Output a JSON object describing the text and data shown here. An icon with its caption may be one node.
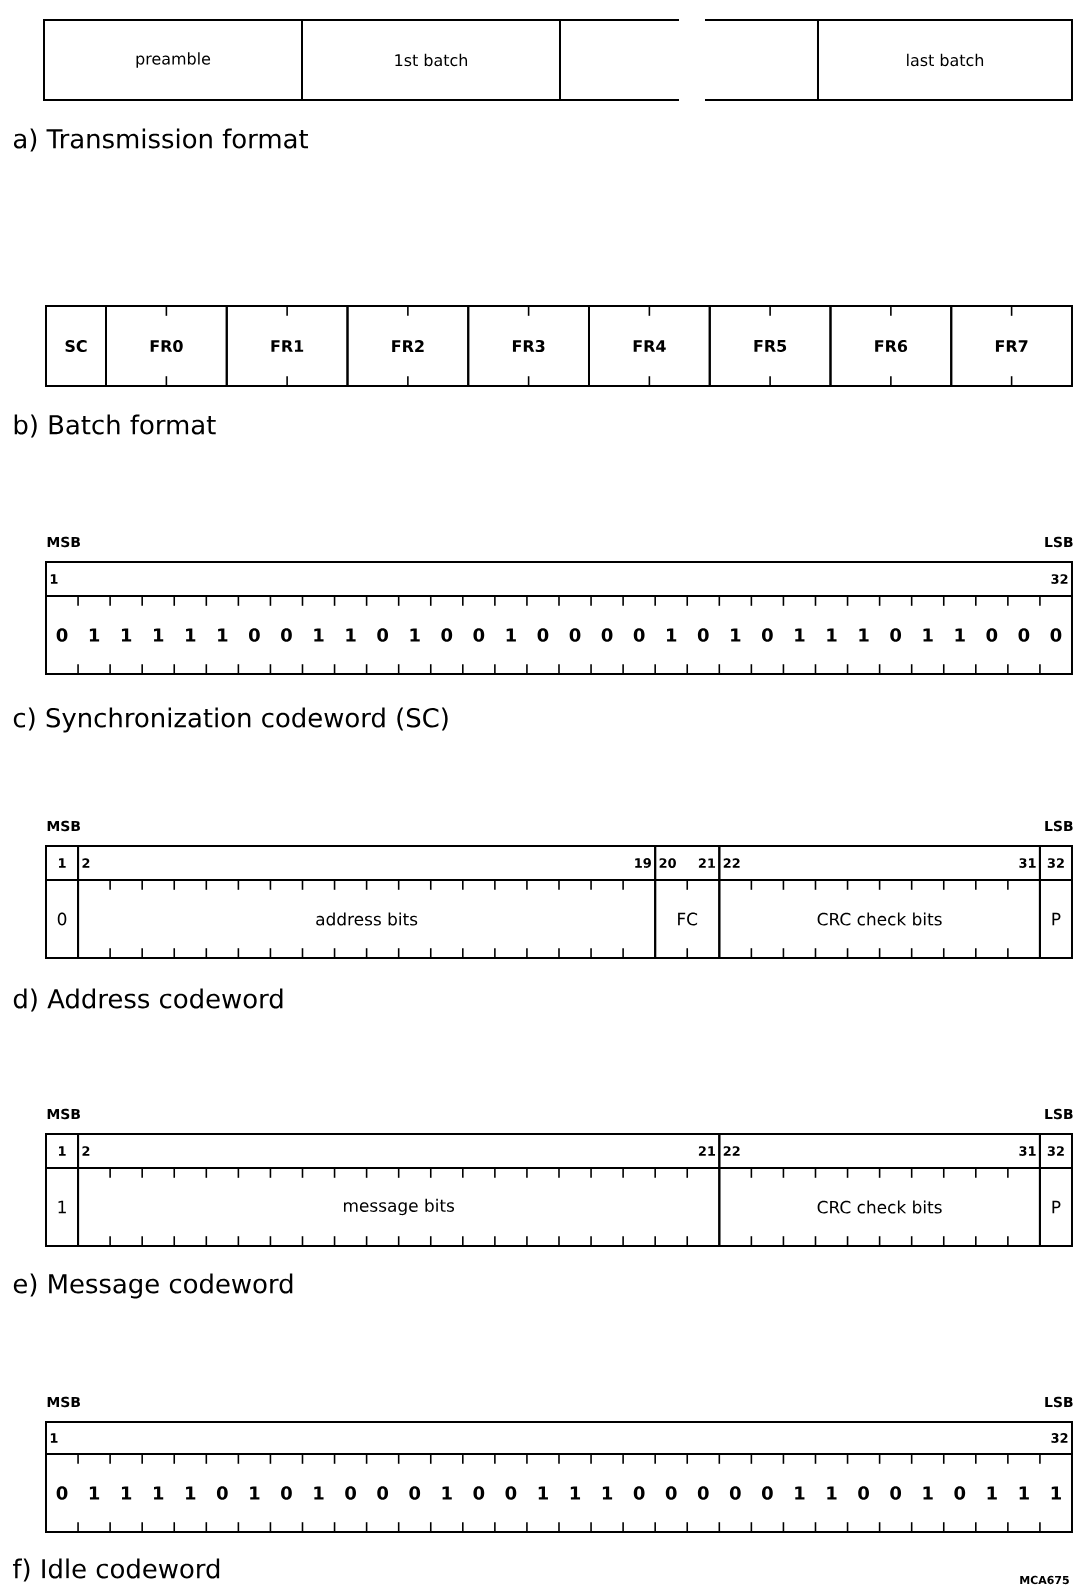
{
  "diagram": {
    "nodes": [
      {
        "text": [
          "preamble"
        ]
      },
      {
        "text": [
          "1st batch"
        ]
      },
      {
        "text": [],
        "shape": "box"
      },
      {
        "text": [],
        "shape": "box"
      },
      {
        "text": [
          "last batch"
        ]
      },
      {
        "text": [
          "SC"
        ]
      },
      {
        "text": [
          "FR0"
        ]
      },
      {
        "text": [
          "FR1"
        ]
      },
      {
        "text": [
          "FR2"
        ]
      },
      {
        "text": [
          "FR3"
        ]
      },
      {
        "text": [
          "FR4"
        ]
      },
      {
        "text": [
          "FR5"
        ]
      },
      {
        "text": [
          "FR6"
        ]
      },
      {
        "text": [
          "FR7"
        ]
      },
      {
        "text": [
          "1",
          "32"
        ]
      },
      {
        "text": [
          "0",
          "1",
          "1",
          "1",
          "1",
          "1",
          "0",
          "0",
          "1",
          "1",
          "0",
          "1",
          "0",
          "0",
          "1",
          "0",
          "0",
          "0",
          "0",
          "1",
          "0",
          "1",
          "0",
          "1",
          "1",
          "1",
          "0",
          "1",
          "1",
          "0",
          "0",
          "0"
        ]
      },
      {
        "text": [
          "1"
        ]
      },
      {
        "text": [
          "2",
          "19"
        ]
      },
      {
        "text": [
          "20",
          "21"
        ]
      },
      {
        "text": [
          "22",
          "31"
        ]
      },
      {
        "text": [
          "32"
        ]
      },
      {
        "text": [
          "0"
        ]
      },
      {
        "text": [
          "address bits"
        ]
      },
      {
        "text": [
          "FC"
        ]
      },
      {
        "text": [
          "CRC check bits"
        ]
      },
      {
        "text": [
          "P"
        ]
      },
      {
        "text": [
          "1"
        ]
      },
      {
        "text": [
          "2",
          "21"
        ]
      },
      {
        "text": [
          "22",
          "31"
        ]
      },
      {
        "text": [
          "32"
        ]
      },
      {
        "text": [
          "1"
        ]
      },
      {
        "text": [
          "message bits"
        ]
      },
      {
        "text": [
          "CRC check bits"
        ]
      },
      {
        "text": [
          "P"
        ]
      },
      {
        "text": [
          "1",
          "32"
        ]
      },
      {
        "text": [
          "0",
          "1",
          "1",
          "1",
          "1",
          "0",
          "1",
          "0",
          "1",
          "0",
          "0",
          "0",
          "1",
          "0",
          "0",
          "1",
          "1",
          "1",
          "0",
          "0",
          "0",
          "0",
          "0",
          "1",
          "1",
          "0",
          "0",
          "1",
          "0",
          "1",
          "1",
          "1"
        ]
      }
    ],
    "labels": [
      "a) Transmission format",
      "b) Batch format",
      "MSB",
      "LSB",
      "c) Synchronization codeword (SC)",
      "MSB",
      "LSB",
      "d) Address codeword",
      "MSB",
      "LSB",
      "e) Message codeword",
      "MSB",
      "LSB",
      "f) Idle codeword",
      "MCA675"
    ]
  }
}
